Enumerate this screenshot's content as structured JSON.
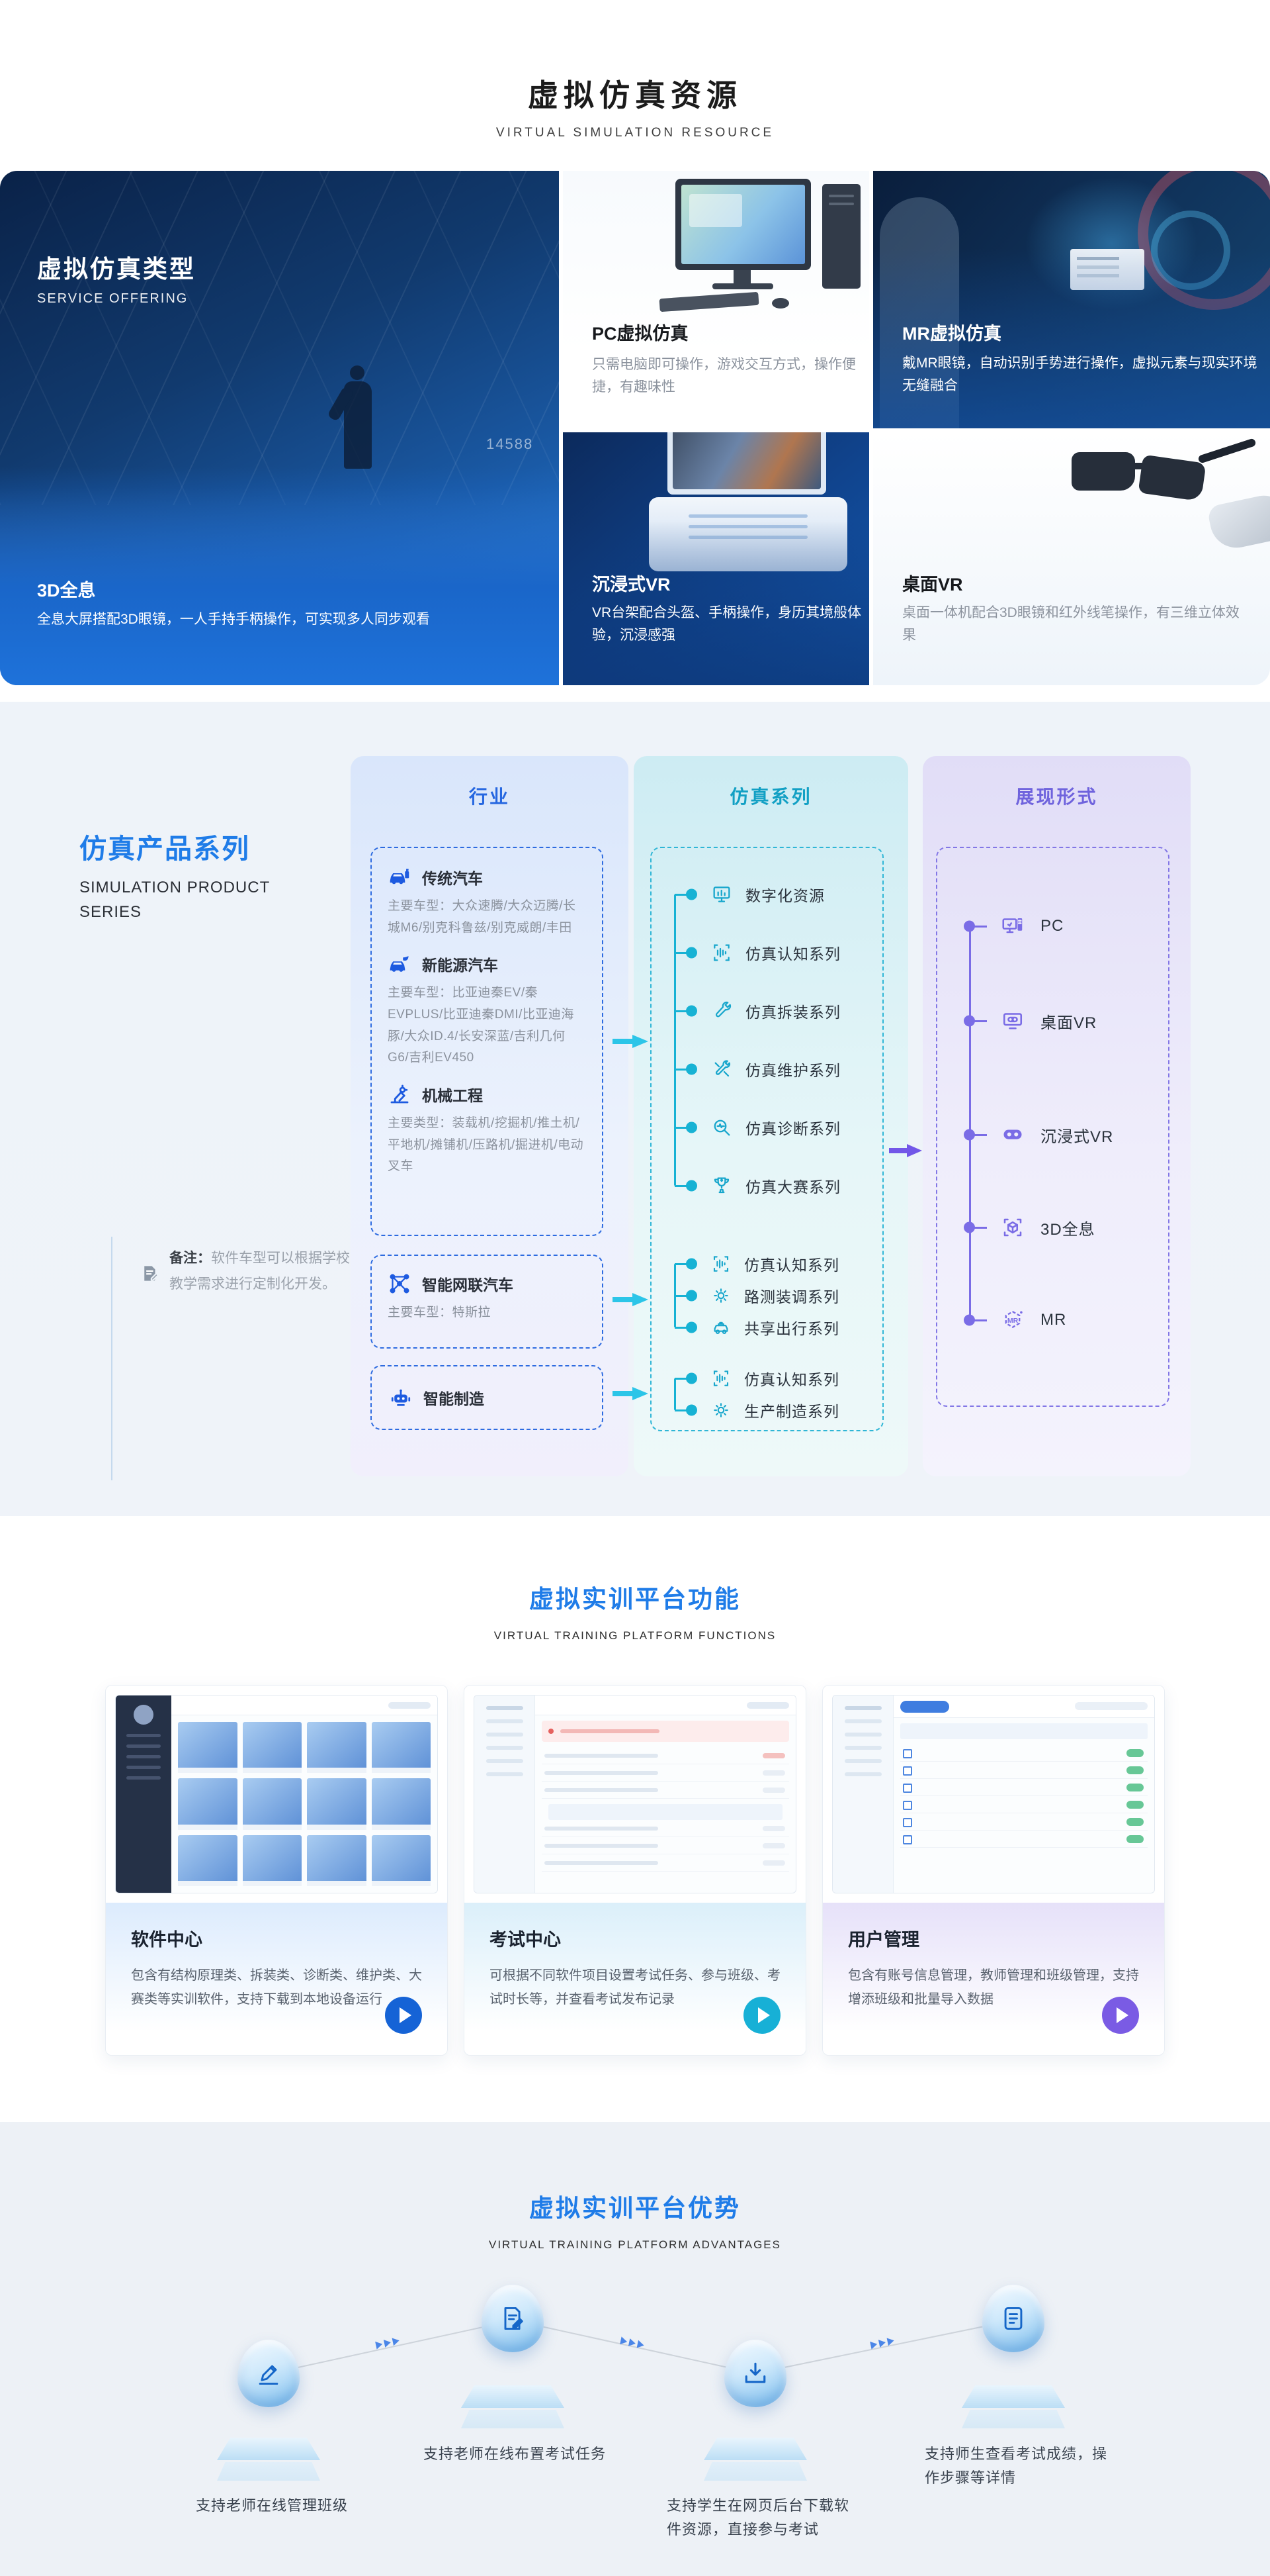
{
  "colors": {
    "accent_blue": "#1f7ce8",
    "industry_blue": "#2667e0",
    "sim_teal": "#17b2d4",
    "display_purple": "#7a6ce6",
    "play_blue": "#1563d6",
    "play_cyan": "#17b0d6",
    "play_purple": "#7a5be4"
  },
  "header": {
    "title": "虚拟仿真资源",
    "subtitle": "VIRTUAL SIMULATION RESOURCE"
  },
  "hero": {
    "left": {
      "title": "虚拟仿真类型",
      "subtitle": "SERVICE OFFERING",
      "photo_number": "14588",
      "card_title": "3D全息",
      "card_desc": "全息大屏搭配3D眼镜，一人手持手柄操作，可实现多人同步观看"
    },
    "pc": {
      "title": "PC虚拟仿真",
      "desc": "只需电脑即可操作，游戏交互方式，操作便捷，有趣味性"
    },
    "mr": {
      "title": "MR虚拟仿真",
      "desc": "戴MR眼镜，自动识别手势进行操作，虚拟元素与现实环境无缝融合"
    },
    "vr": {
      "title": "沉浸式VR",
      "desc": "VR台架配合头盔、手柄操作，身历其境般体验，沉浸感强"
    },
    "desktop_vr": {
      "title": "桌面VR",
      "desc": "桌面一体机配合3D眼镜和红外线笔操作，有三维立体效果"
    }
  },
  "series": {
    "title": "仿真产品系列",
    "subtitle": "SIMULATION PRODUCT SERIES",
    "note_label": "备注：",
    "note_text": "软件车型可以根据学校教学需求进行定制化开发。",
    "industry": {
      "header": "行业",
      "items": [
        {
          "title": "传统汽车",
          "desc": "主要车型：大众速腾/大众迈腾/长城M6/别克科鲁兹/别克威朗/丰田"
        },
        {
          "title": "新能源汽车",
          "desc": "主要车型：比亚迪秦EV/秦EVPLUS/比亚迪秦DMI/比亚迪海豚/大众ID.4/长安深蓝/吉利几何G6/吉利EV450"
        },
        {
          "title": "机械工程",
          "desc": "主要类型：装载机/挖掘机/推土机/平地机/摊铺机/压路机/掘进机/电动叉车"
        },
        {
          "title": "智能网联汽车",
          "desc": "主要车型：特斯拉"
        },
        {
          "title": "智能制造",
          "desc": ""
        }
      ]
    },
    "sim": {
      "header": "仿真系列",
      "group1": [
        "数字化资源",
        "仿真认知系列",
        "仿真拆装系列",
        "仿真维护系列",
        "仿真诊断系列",
        "仿真大赛系列"
      ],
      "group2": [
        "仿真认知系列",
        "路测装调系列",
        "共享出行系列"
      ],
      "group3": [
        "仿真认知系列",
        "生产制造系列"
      ]
    },
    "display": {
      "header": "展现形式",
      "items": [
        "PC",
        "桌面VR",
        "沉浸式VR",
        "3D全息",
        "MR"
      ]
    }
  },
  "functions": {
    "title": "虚拟实训平台功能",
    "subtitle": "VIRTUAL TRAINING PLATFORM FUNCTIONS",
    "cards": [
      {
        "title": "软件中心",
        "desc": "包含有结构原理类、拆装类、诊断类、维护类、大赛类等实训软件，支持下载到本地设备运行"
      },
      {
        "title": "考试中心",
        "desc": "可根据不同软件项目设置考试任务、参与班级、考试时长等，并查看考试发布记录"
      },
      {
        "title": "用户管理",
        "desc": "包含有账号信息管理，教师管理和班级管理，支持增添班级和批量导入数据"
      }
    ]
  },
  "advantages": {
    "title": "虚拟实训平台优势",
    "subtitle": "VIRTUAL TRAINING PLATFORM ADVANTAGES",
    "steps": [
      {
        "caption": "支持老师在线管理班级"
      },
      {
        "caption": "支持老师在线布置考试任务"
      },
      {
        "caption": "支持学生在网页后台下载软件资源，直接参与考试"
      },
      {
        "caption": "支持师生查看考试成绩，操作步骤等详情"
      }
    ]
  }
}
